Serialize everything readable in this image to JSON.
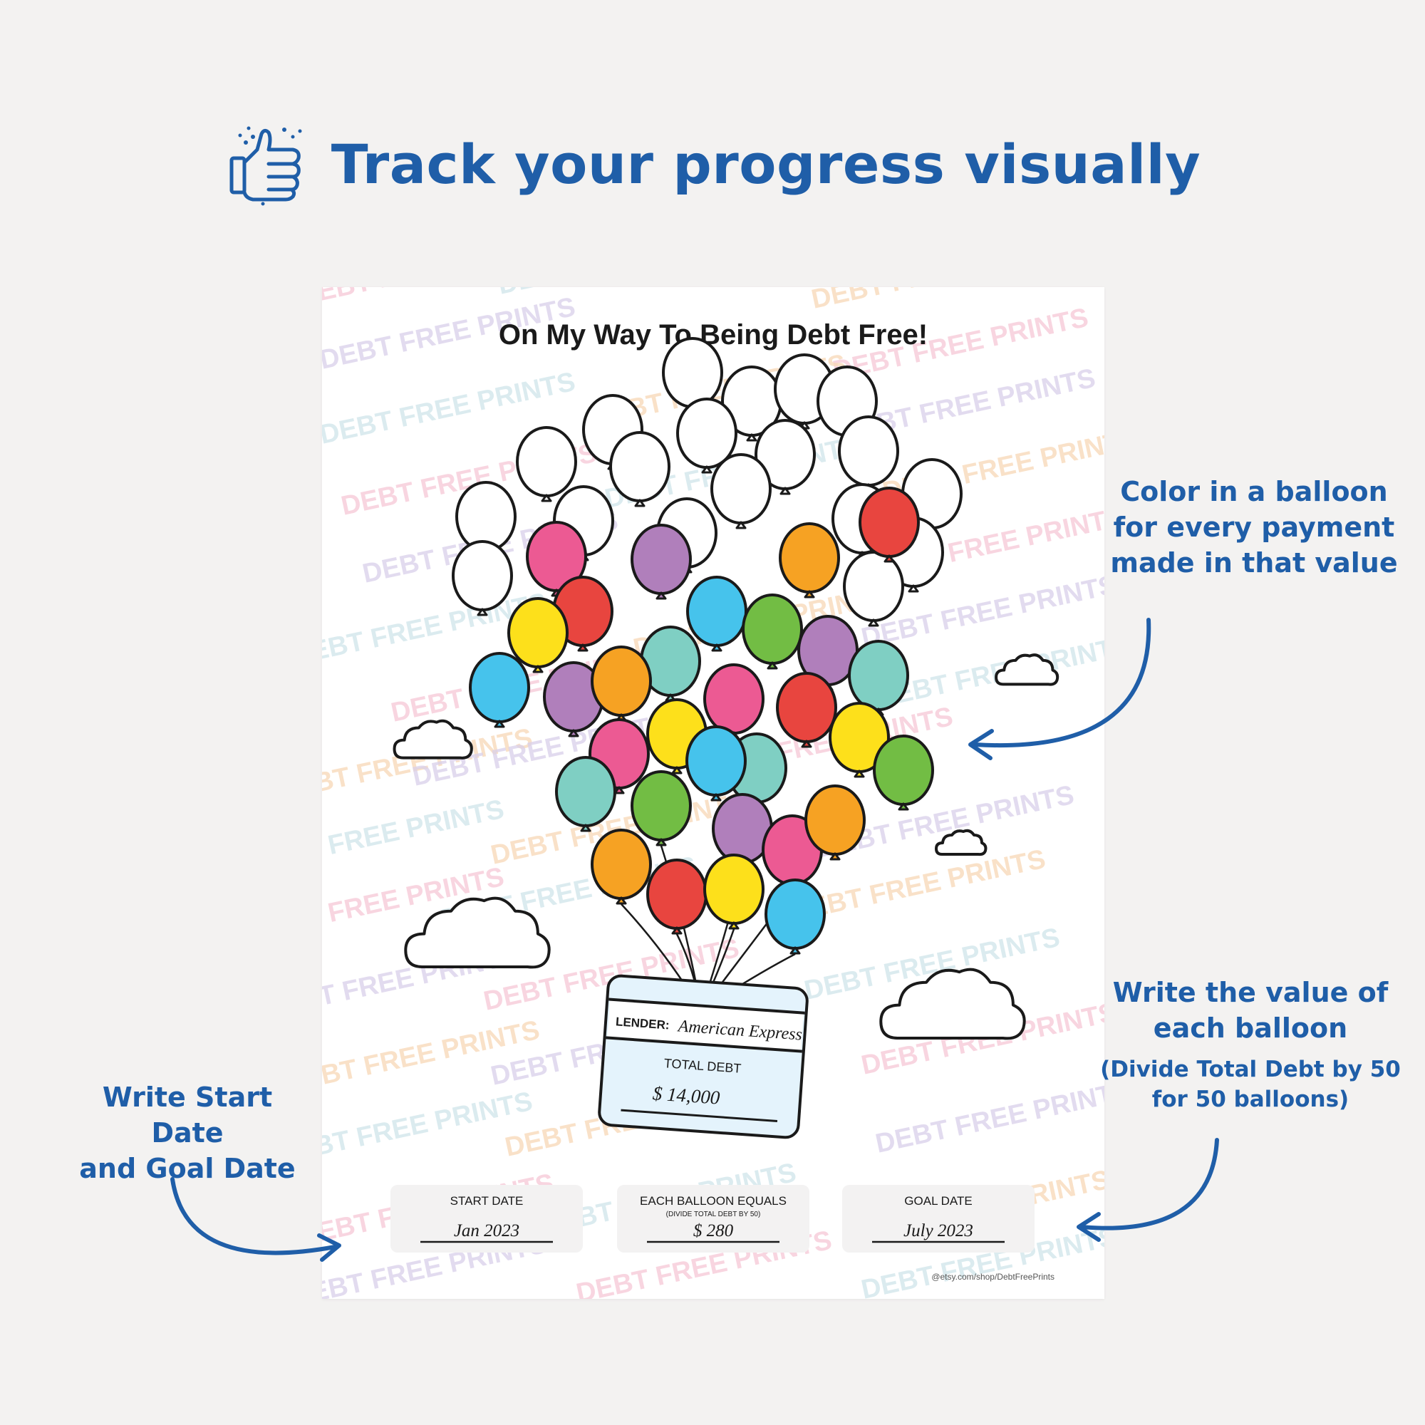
{
  "headline": {
    "text": "Track your progress visually",
    "icon": "thumbs-up-icon",
    "color": "#1f5ea8"
  },
  "sheet": {
    "title": "On My Way To Being Debt Free!",
    "watermark": "DEBT FREE PRINTS",
    "balloon_colors": {
      "pink": "#ec5a93",
      "purple": "#b07fbb",
      "blue": "#46c3ec",
      "green": "#72bd44",
      "orange": "#f6a223",
      "red": "#e8453f",
      "yellow": "#fde01b",
      "teal": "#7fcfc3",
      "white": "#ffffff"
    },
    "debt_card": {
      "lender_label": "LENDER:",
      "lender_value": "American Express",
      "total_label": "TOTAL DEBT",
      "total_value": "$ 14,000"
    },
    "fields": [
      {
        "label": "START DATE",
        "note": "",
        "value": "Jan 2023"
      },
      {
        "label": "EACH BALLOON EQUALS",
        "note": "(DIVIDE TOTAL DEBT BY 50)",
        "value": "$ 280"
      },
      {
        "label": "GOAL DATE",
        "note": "",
        "value": "July 2023"
      }
    ],
    "credit": "@etsy.com/shop/DebtFreePrints"
  },
  "callouts": {
    "color_in": [
      "Color in a balloon",
      "for every payment",
      "made in that value"
    ],
    "write_value": [
      "Write the value of",
      "each balloon"
    ],
    "write_value_sub": [
      "(Divide Total Debt by 50",
      "for 50 balloons)"
    ],
    "write_dates": [
      "Write Start Date",
      "and Goal Date"
    ]
  }
}
